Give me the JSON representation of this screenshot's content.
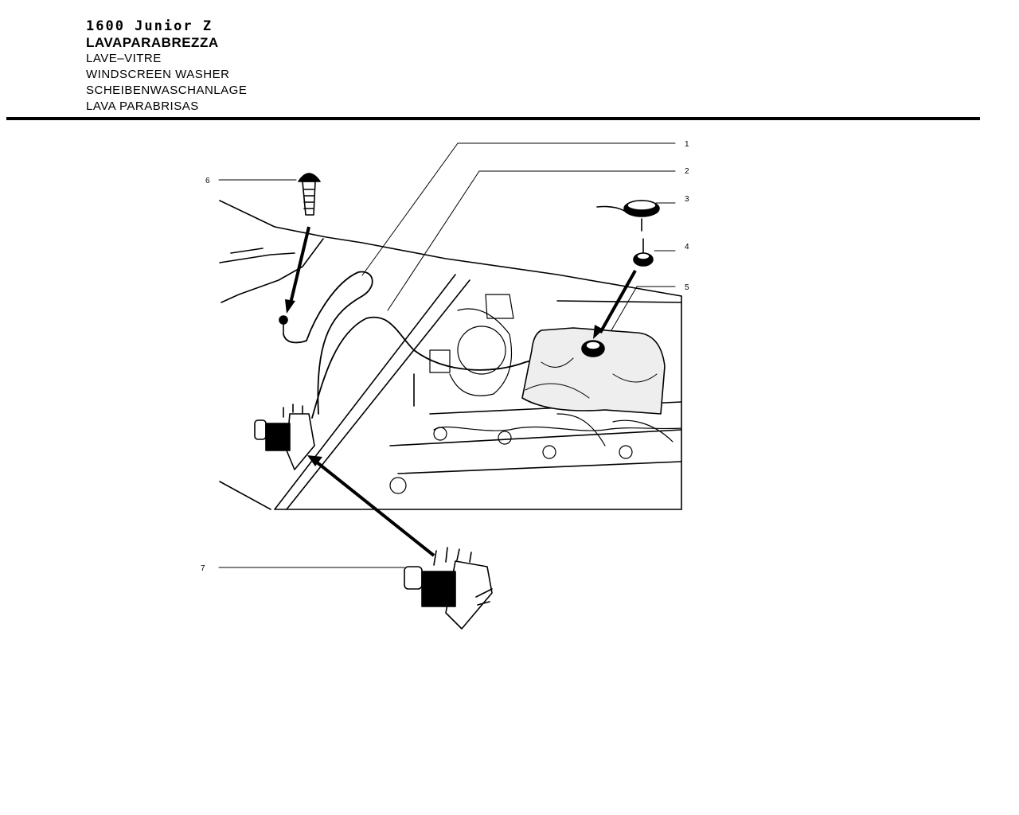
{
  "header": {
    "model": "1600 Junior Z",
    "title_it": "LAVAPARABREZZA",
    "title_fr": "LAVE–VITRE",
    "title_en": "WINDSCREEN WASHER",
    "title_de": "SCHEIBENWASCHANLAGE",
    "title_es": "LAVA PARABRISAS"
  },
  "callouts": [
    {
      "id": "1",
      "label": "1"
    },
    {
      "id": "2",
      "label": "2"
    },
    {
      "id": "3",
      "label": "3"
    },
    {
      "id": "4",
      "label": "4"
    },
    {
      "id": "5",
      "label": "5"
    },
    {
      "id": "6",
      "label": "6"
    },
    {
      "id": "7",
      "label": "7"
    }
  ],
  "icons": {
    "washer-nozzle": "nozzle-icon",
    "pump": "washer-pump-icon",
    "reservoir": "reservoir-icon"
  }
}
